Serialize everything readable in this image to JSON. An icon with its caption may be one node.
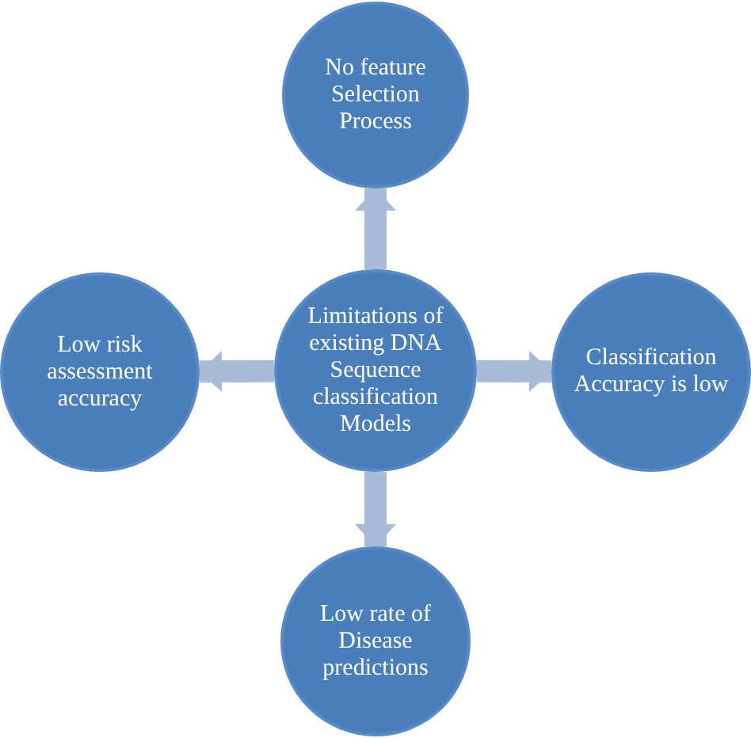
{
  "diagram": {
    "nodes": [
      {
        "text": [
          "No feature Selection Process"
        ]
      },
      {
        "text": [
          "Low risk assessment accuracy"
        ]
      },
      {
        "text": [
          "Limitations of existing DNA Sequence classification Models"
        ]
      },
      {
        "text": [
          "Classification Accuracy is low"
        ]
      },
      {
        "text": [
          "Low rate of Disease predictions"
        ]
      }
    ],
    "edges": [
      {
        "from": 2,
        "to": 0,
        "arrow": "to"
      },
      {
        "from": 2,
        "to": 1,
        "arrow": "to"
      },
      {
        "from": 2,
        "to": 3,
        "arrow": "to"
      },
      {
        "from": 2,
        "to": 4,
        "arrow": "to"
      }
    ]
  }
}
